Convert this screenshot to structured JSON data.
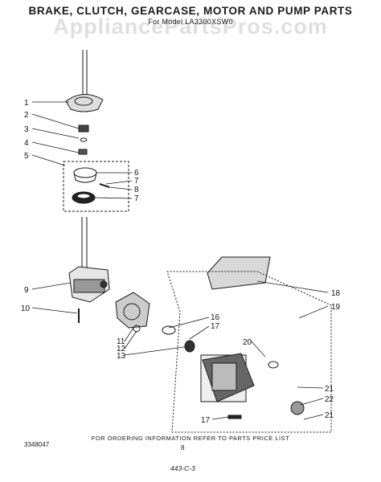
{
  "header": {
    "title": "BRAKE, CLUTCH, GEARCASE, MOTOR AND PUMP PARTS",
    "model": "For Model LA3300XSW0",
    "watermark": "AppliancePartsPros.com"
  },
  "callouts": [
    "1",
    "2",
    "3",
    "4",
    "5",
    "6",
    "7",
    "8",
    "7",
    "9",
    "10",
    "11",
    "12",
    "13",
    "16",
    "17",
    "18",
    "19",
    "20",
    "21",
    "22",
    "21",
    "17"
  ],
  "footer": {
    "note": "FOR ORDERING INFORMATION REFER TO PARTS PRICE LIST",
    "part_number": "3348047",
    "page": "8",
    "page_code": "443-C-3"
  }
}
